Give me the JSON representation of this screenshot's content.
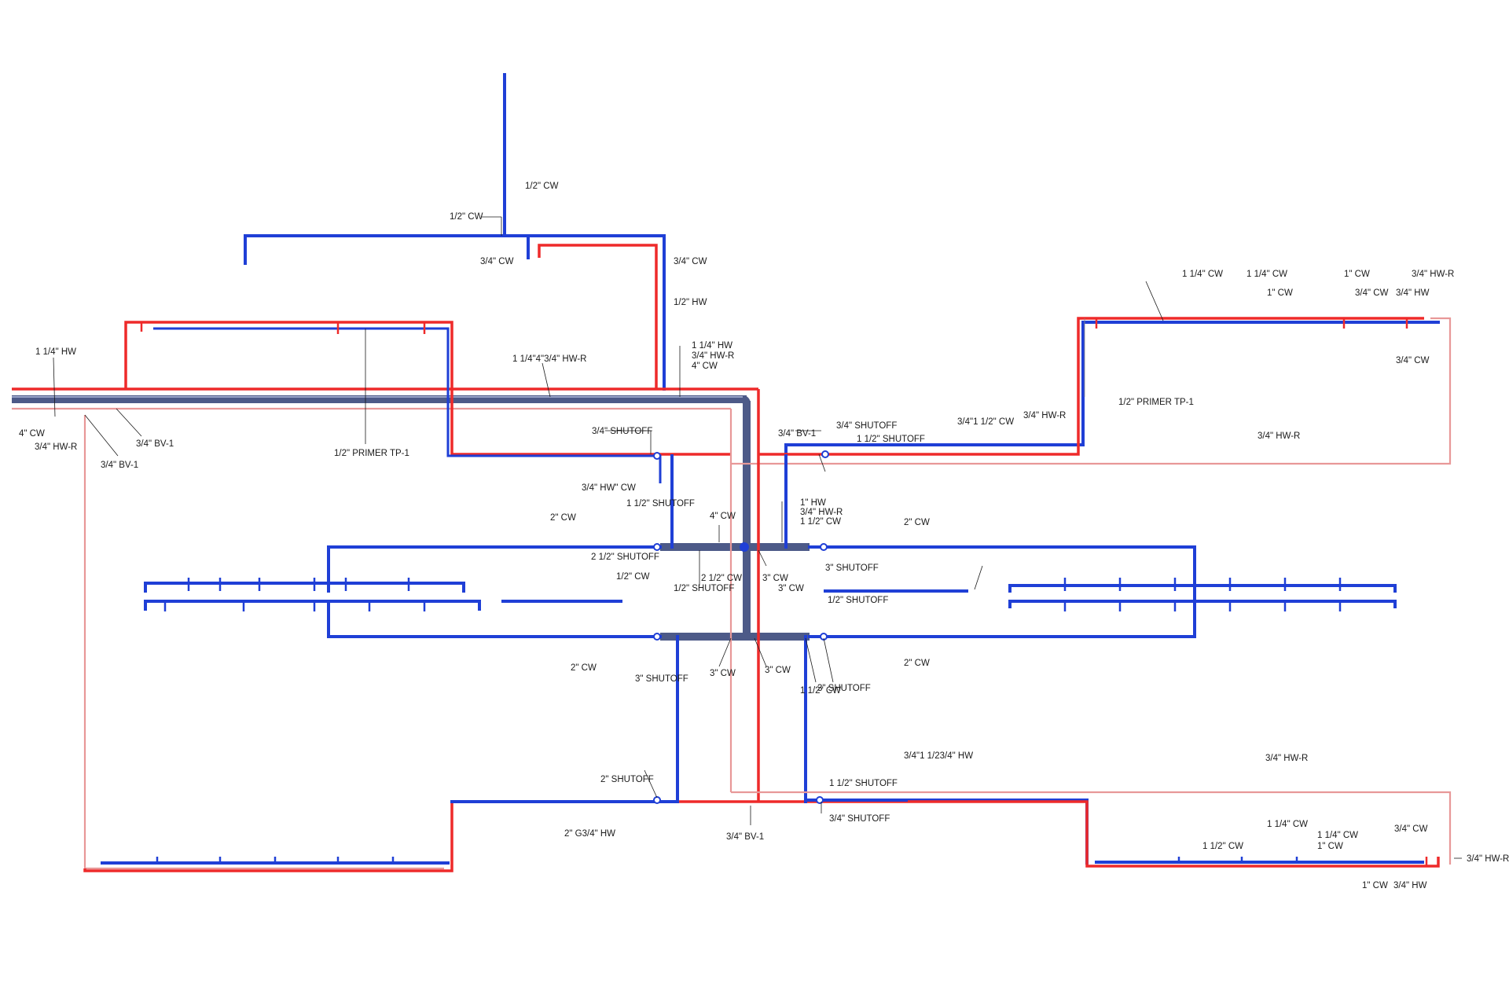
{
  "diagram": {
    "legend_colors": {
      "cold_water": "#1f3fd6",
      "hot_water": "#ee2a2a",
      "hot_water_return": "#e89898",
      "main_header": "#4d5a88"
    },
    "labels": {
      "top_riser_cw": "1/2\" CW",
      "top_half_cw": "1/2\" CW",
      "top_three_quarter_cw": "3/4\" CW",
      "riser_three_quarter_cw": "3/4\" CW",
      "riser_half_hw": "1/2\" HW",
      "left_hw_114": "1 1/4\" HW",
      "left_cw_4": "4\" CW",
      "left_hwr_34": "3/4\" HW-R",
      "left_bv1_a": "3/4\" BV-1",
      "left_bv1_b": "3/4\" BV-1",
      "primer_tp1_left": "1/2\" PRIMER TP-1",
      "mid_114_4_34": "1 1/4\"4\"3/4\" HW-R",
      "riser_hw_114": "1 1/4\" HW",
      "riser_hwr_34": "3/4\" HW-R",
      "riser_cw_4": "4\" CW",
      "shutoff_34_left": "3/4\" SHUTOFF",
      "hw_cw_34": "3/4\" HW\" CW",
      "shutoff_112_left": "1 1/2\" SHUTOFF",
      "bv1_center": "3/4\" BV-1",
      "shutoff_34_right": "3/4\" SHUTOFF",
      "shutoff_112_right": "1 1/2\" SHUTOFF",
      "right_cw_34_112": "3/4\"1 1/2\" CW",
      "right_hwr_34": "3/4\" HW-R",
      "hw_1": "1\" HW",
      "hwr_34_c": "3/4\" HW-R",
      "cw_112_c": "1 1/2\" CW",
      "cw_4_c": "4\" CW",
      "cw_2_left": "2\" CW",
      "cw_2_right": "2\" CW",
      "shutoff_212": "2 1/2\" SHUTOFF",
      "cw_212": "2 1/2\" CW",
      "cw_3_a": "3\" CW",
      "cw_3_b": "3\" CW",
      "shutoff_3_right": "3\" SHUTOFF",
      "cw_half_mid": "1/2\" CW",
      "shutoff_half_mid": "1/2\" SHUTOFF",
      "shutoff_half_right": "1/2\" SHUTOFF",
      "cw_2_lower_left": "2\" CW",
      "shutoff_3_lower": "3\" SHUTOFF",
      "cw_3_lower_a": "3\" CW",
      "cw_3_lower_b": "3\" CW",
      "cw_112_shutoff": "1 1/2\" CW",
      "shutoff_3_lower_right": "3\" SHUTOFF",
      "cw_2_lower_right": "2\" CW",
      "shutoff_2": "2\" SHUTOFF",
      "cw_hw_2_34": "2\" G3/4\" HW",
      "bv1_bottom": "3/4\" BV-1",
      "hw_34_112_34": "3/4\"1 1/23/4\" HW",
      "shutoff_112_bottom": "1 1/2\" SHUTOFF",
      "shutoff_34_bottom": "3/4\" SHUTOFF",
      "hwr_34_bottom": "3/4\" HW-R",
      "tr_cw_114_a": "1 1/4\" CW",
      "tr_cw_114_b": "1 1/4\" CW",
      "tr_cw_1_a": "1\" CW",
      "tr_hwr_34": "3/4\" HW-R",
      "tr_cw_1_b": "1\" CW",
      "tr_cw_34": "3/4\" CW",
      "tr_hw_34": "3/4\" HW",
      "tr_cw_34_b": "3/4\" CW",
      "primer_tp1_right": "1/2\" PRIMER TP-1",
      "right_hwr_34_b": "3/4\" HW-R",
      "br_cw_114": "1 1/4\" CW",
      "br_cw_114_b": "1 1/4\" CW",
      "br_cw_112": "1 1/2\" CW",
      "br_cw_1": "1\" CW",
      "br_cw_34": "3/4\" CW",
      "br_hwr_34": "3/4\" HW-R",
      "br_cw_1_b": "1\" CW",
      "br_hw_34": "3/4\" HW"
    }
  }
}
